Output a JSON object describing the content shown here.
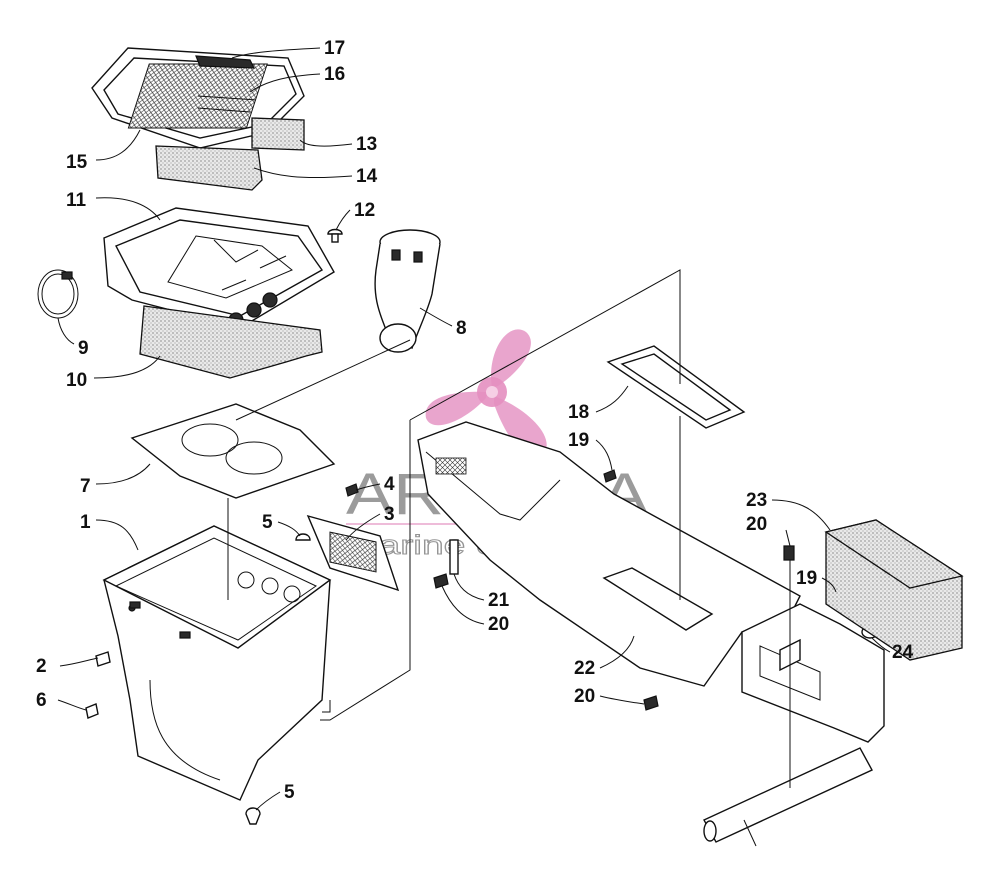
{
  "callouts": [
    {
      "id": "c17",
      "label": "17"
    },
    {
      "id": "c16",
      "label": "16"
    },
    {
      "id": "c13",
      "label": "13"
    },
    {
      "id": "c15",
      "label": "15"
    },
    {
      "id": "c14",
      "label": "14"
    },
    {
      "id": "c11",
      "label": "11"
    },
    {
      "id": "c12",
      "label": "12"
    },
    {
      "id": "c9",
      "label": "9"
    },
    {
      "id": "c8",
      "label": "8"
    },
    {
      "id": "c10",
      "label": "10"
    },
    {
      "id": "c18",
      "label": "18"
    },
    {
      "id": "c19a",
      "label": "19"
    },
    {
      "id": "c7",
      "label": "7"
    },
    {
      "id": "c4",
      "label": "4"
    },
    {
      "id": "c23",
      "label": "23"
    },
    {
      "id": "c20a",
      "label": "20"
    },
    {
      "id": "c1",
      "label": "1"
    },
    {
      "id": "c5a",
      "label": "5"
    },
    {
      "id": "c3",
      "label": "3"
    },
    {
      "id": "c19b",
      "label": "19"
    },
    {
      "id": "c21",
      "label": "21"
    },
    {
      "id": "c20b",
      "label": "20"
    },
    {
      "id": "c2",
      "label": "2"
    },
    {
      "id": "c24",
      "label": "24"
    },
    {
      "id": "c22",
      "label": "22"
    },
    {
      "id": "c6",
      "label": "6"
    },
    {
      "id": "c20c",
      "label": "20"
    },
    {
      "id": "c5b",
      "label": "5"
    }
  ],
  "watermark": {
    "brand": "ARMADA",
    "tagline": "marine outboards",
    "logo_color": "#e48fc0"
  }
}
